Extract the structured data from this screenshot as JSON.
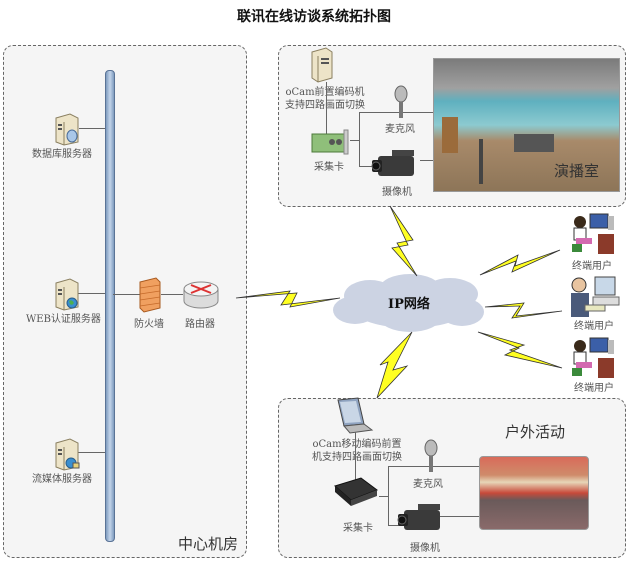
{
  "title": "联讯在线访谈系统拓扑图",
  "zones": {
    "center": {
      "label": "中心机房"
    },
    "studio": {
      "label": "演播室"
    },
    "outdoor": {
      "label": "户外活动"
    }
  },
  "center_devices": {
    "db_server": "数据库服务器",
    "web_server": "WEB认证服务器",
    "stream_server": "流媒体服务器",
    "firewall": "防火墙",
    "router": "路由器"
  },
  "network": {
    "label": "IP网络"
  },
  "studio_devices": {
    "encoder_line1": "oCam前置编码机",
    "encoder_line2": "支持四路画面切换",
    "capture_card": "采集卡",
    "microphone": "麦克风",
    "camera": "摄像机"
  },
  "outdoor_devices": {
    "encoder_line1": "oCam移动编码前置",
    "encoder_line2": "机支持四路画面切换",
    "capture_card": "采集卡",
    "microphone": "麦克风",
    "camera": "摄像机"
  },
  "users": [
    {
      "label": "终端用户"
    },
    {
      "label": "终端用户"
    },
    {
      "label": "终端用户"
    }
  ]
}
